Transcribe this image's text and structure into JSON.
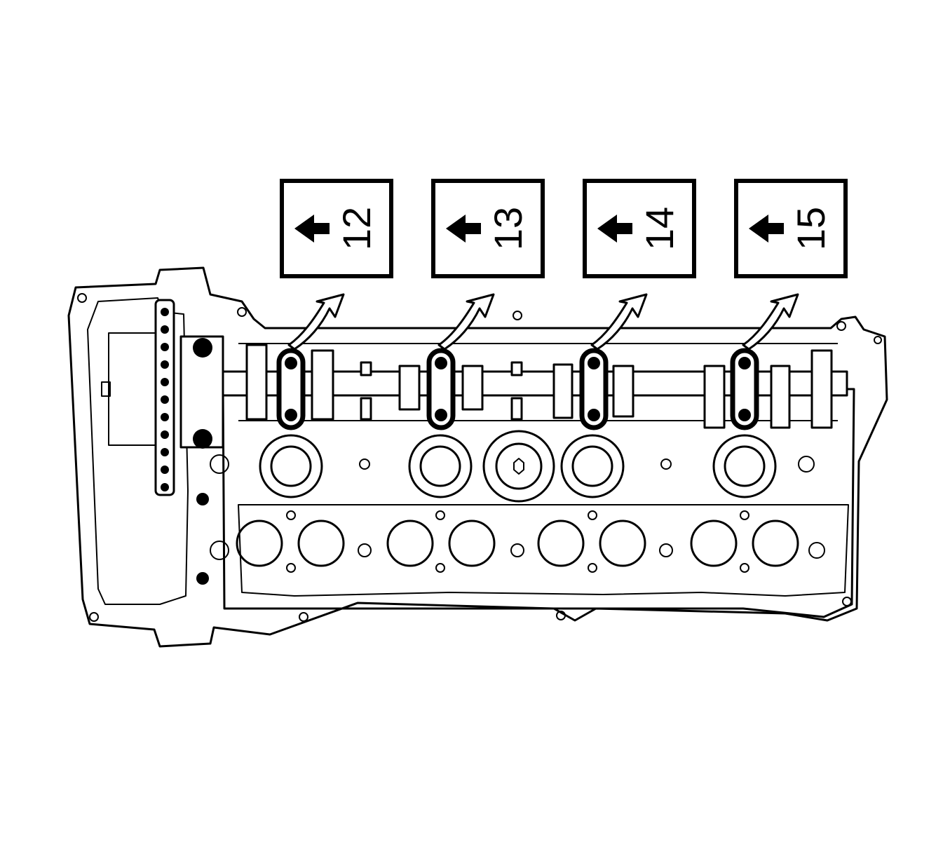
{
  "diagram": {
    "callouts": [
      {
        "label": "12"
      },
      {
        "label": "13"
      },
      {
        "label": "14"
      },
      {
        "label": "15"
      }
    ]
  },
  "colors": {
    "line": "#000000",
    "background": "#ffffff"
  }
}
